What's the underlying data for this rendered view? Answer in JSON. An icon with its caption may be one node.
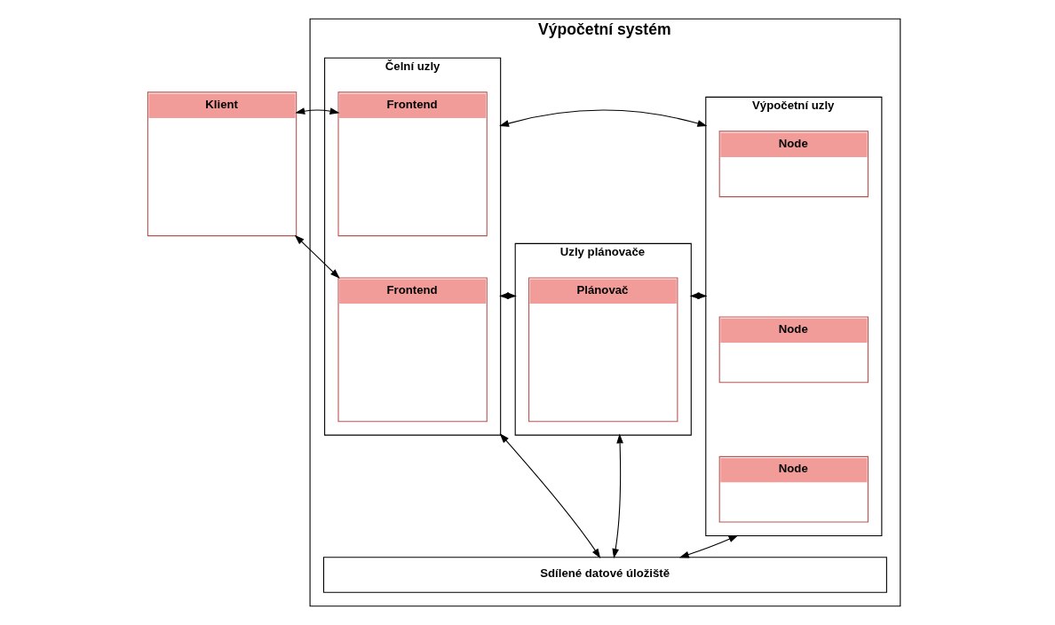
{
  "diagram": {
    "nodes": [
      {
        "text": [
          "Výpočetní systém"
        ]
      },
      {
        "text": [
          "Čelní uzly"
        ],
        "in": 0
      },
      {
        "text": [
          "Frontend"
        ],
        "in": 1
      },
      {
        "text": [
          "Frontend"
        ],
        "in": 1
      },
      {
        "text": [
          "Uzly plánovače"
        ],
        "in": 0
      },
      {
        "text": [
          "Plánovač"
        ],
        "in": 4
      },
      {
        "text": [
          "Výpočetní uzly"
        ],
        "in": 0
      },
      {
        "text": [
          "Node"
        ],
        "in": 6
      },
      {
        "text": [
          "Node"
        ],
        "in": 6
      },
      {
        "text": [
          "Node"
        ],
        "in": 6
      },
      {
        "text": [
          "Sdílené datové úložiště"
        ],
        "in": 0
      },
      {
        "text": [
          "Klient"
        ]
      }
    ],
    "edges": [
      {
        "from": 11,
        "to": 2,
        "arrow": "both"
      },
      {
        "from": 11,
        "to": 3,
        "arrow": "both"
      },
      {
        "from": 1,
        "to": 6,
        "arrow": "both"
      },
      {
        "from": 1,
        "to": 4,
        "arrow": "both"
      },
      {
        "from": 4,
        "to": 6,
        "arrow": "both"
      },
      {
        "from": 1,
        "to": 10,
        "arrow": "both"
      },
      {
        "from": 4,
        "to": 10,
        "arrow": "both"
      },
      {
        "from": 6,
        "to": 10,
        "arrow": "both"
      }
    ]
  }
}
